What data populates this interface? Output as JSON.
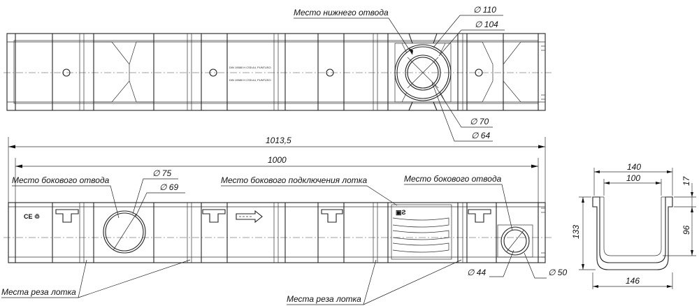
{
  "top_view": {
    "label_bottom_outlet": "Место нижнего отвода",
    "dims": {
      "d110": "∅ 110",
      "d104": "∅ 104",
      "d70": "∅ 70",
      "d64": "∅ 64"
    },
    "marking_text": "DIN 19580 H CS5 A4, PUNTUSO"
  },
  "side_view": {
    "overall_length": "1013,5",
    "nominal_length": "1000",
    "label_side_outlet_left": "Место бокового отвода",
    "label_side_connection": "Место бокового подключения лотка",
    "label_side_outlet_right": "Место бокового отвода",
    "label_cut_left": "Места реза лотка",
    "label_cut_right": "Места реза лотка",
    "dims": {
      "d75": "∅ 75",
      "d69": "∅ 69",
      "d44": "∅ 44",
      "d50": "∅ 50"
    },
    "ce_mark": "CE ♲"
  },
  "section_view": {
    "width_outer_top": "140",
    "width_inner": "100",
    "width_bottom": "146",
    "height_total": "133",
    "height_inner": "96",
    "height_top": "17"
  }
}
